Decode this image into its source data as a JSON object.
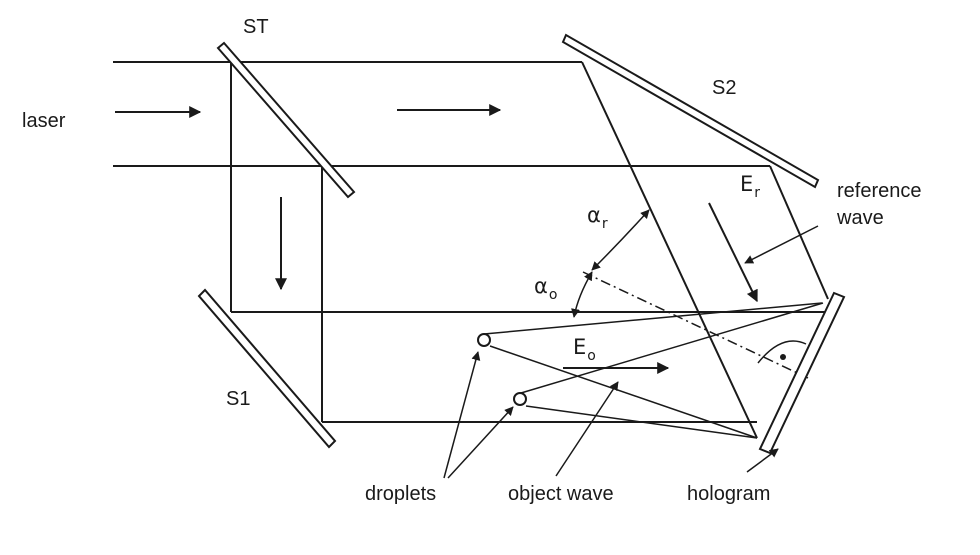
{
  "labels": {
    "laser": "laser",
    "beam_splitter": "ST",
    "mirror_1": "S1",
    "mirror_2": "S2",
    "reference_wave": [
      "reference",
      "wave"
    ],
    "droplets": "droplets",
    "object_wave": "object wave",
    "hologram": "hologram"
  },
  "symbols": {
    "field_reference": "E",
    "field_reference_sub": "r",
    "field_object": "E",
    "field_object_sub": "o",
    "angle_reference": "α",
    "angle_reference_sub": "r",
    "angle_object": "α",
    "angle_object_sub": "o"
  }
}
